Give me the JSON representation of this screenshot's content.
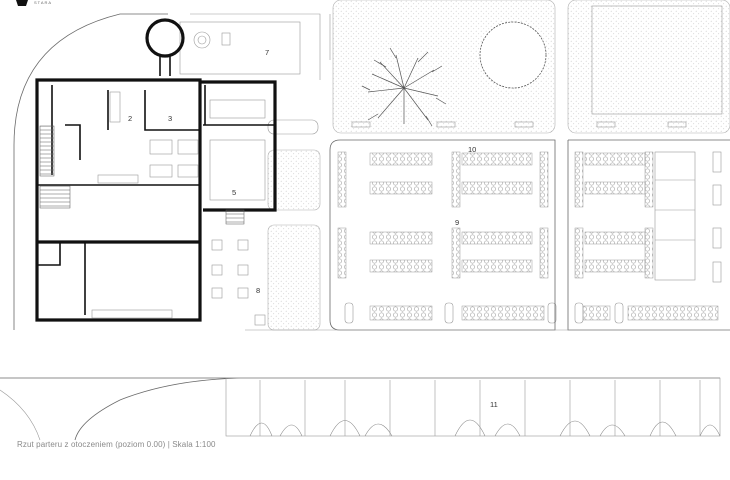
{
  "caption": "Rzut parteru z otoczeniem (poziom 0.00) | Skala 1:100",
  "rooms": [
    {
      "id": "r2",
      "label": "2"
    },
    {
      "id": "r3",
      "label": "3"
    },
    {
      "id": "r5",
      "label": "5"
    },
    {
      "id": "r7",
      "label": "7"
    },
    {
      "id": "r8",
      "label": "8"
    },
    {
      "id": "r9",
      "label": "9"
    },
    {
      "id": "r10",
      "label": "10"
    },
    {
      "id": "r11",
      "label": "11"
    }
  ],
  "logo_text": "STARA"
}
